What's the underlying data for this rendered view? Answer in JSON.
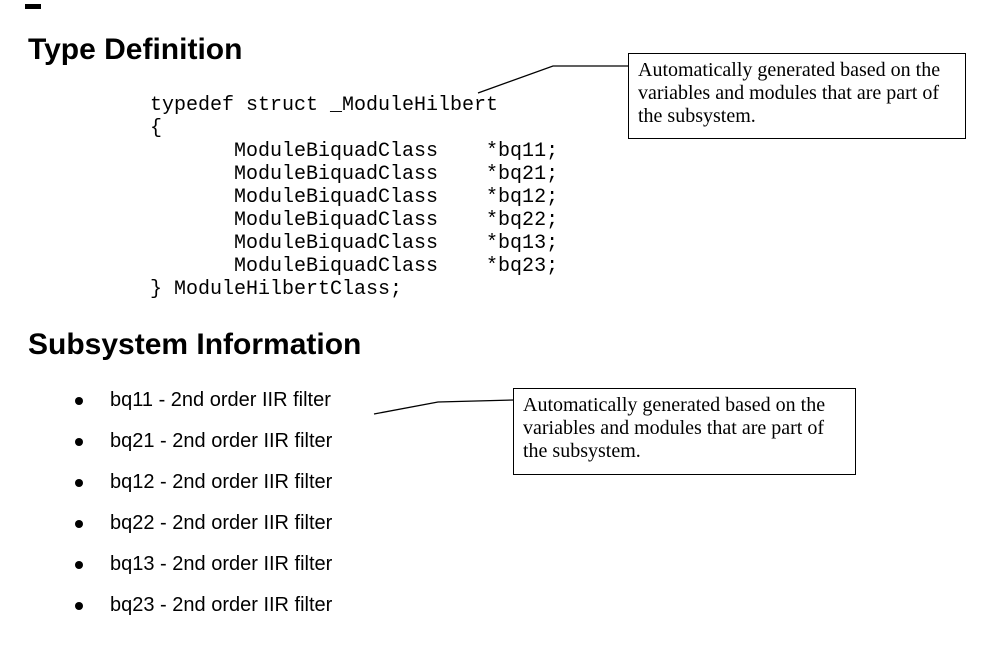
{
  "colors": {
    "background": "#ffffff",
    "text": "#000000",
    "callout_border": "#000000"
  },
  "type_definition": {
    "heading": "Type Definition",
    "code_lines": [
      "typedef struct _ModuleHilbert",
      "{",
      "       ModuleBiquadClass    *bq11;",
      "       ModuleBiquadClass    *bq21;",
      "       ModuleBiquadClass    *bq12;",
      "       ModuleBiquadClass    *bq22;",
      "       ModuleBiquadClass    *bq13;",
      "       ModuleBiquadClass    *bq23;",
      "} ModuleHilbertClass;"
    ]
  },
  "subsystem_information": {
    "heading": "Subsystem Information",
    "items": [
      "bq11 - 2nd order IIR filter",
      "bq21 - 2nd order IIR filter",
      "bq12 - 2nd order IIR filter",
      "bq22 - 2nd order IIR filter",
      "bq13 - 2nd order IIR filter",
      "bq23 - 2nd order IIR filter"
    ]
  },
  "callouts": {
    "type_definition_note": "Automatically generated based on the variables and modules that are part of the subsystem.",
    "subsystem_note": "Automatically generated based on the variables and modules that are part of the subsystem."
  }
}
